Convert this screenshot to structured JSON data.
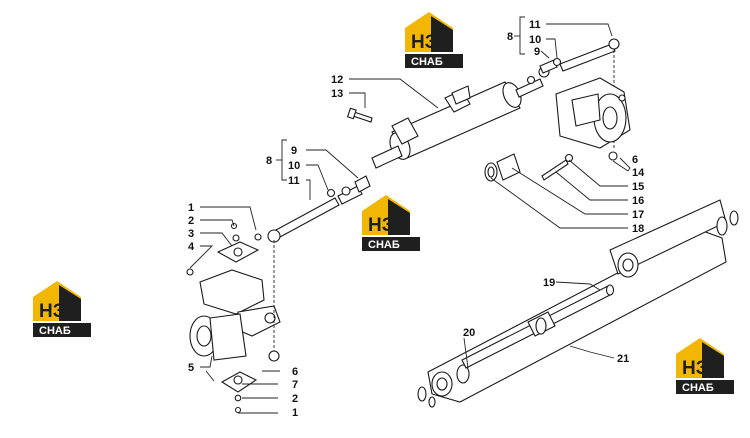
{
  "watermark": {
    "letters": "НЗ",
    "word": "СНАБ",
    "color_dark": "#1f1f1f",
    "color_yellow": "#f2b705"
  },
  "callouts": {
    "c1_top": "1",
    "c2_top": "2",
    "c3": "3",
    "c4": "4",
    "c5": "5",
    "c6_left": "6",
    "c7": "7",
    "c2_bottom": "2",
    "c1_bottom": "1",
    "c8_left": "8",
    "c9_left": "9",
    "c10_left": "10",
    "c11_left": "11",
    "c12": "12",
    "c13": "13",
    "c8_right": "8",
    "c9_right": "9",
    "c10_right": "10",
    "c11_right": "11",
    "c6_right": "6",
    "c14": "14",
    "c15": "15",
    "c16": "16",
    "c17": "17",
    "c18": "18",
    "c19": "19",
    "c20": "20",
    "c21": "21"
  }
}
